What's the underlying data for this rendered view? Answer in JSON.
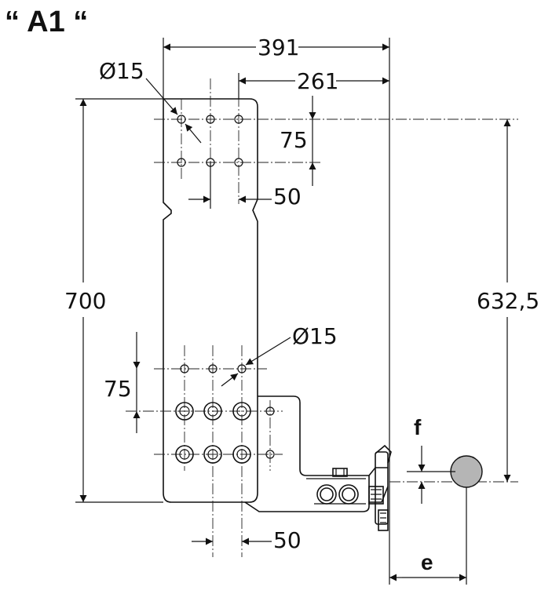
{
  "title": "“ A1 “",
  "dimensions": {
    "overall_width": "391",
    "hole_offset": "261",
    "hole_diameter_top": "Ø15",
    "vertical_pitch_top": "75",
    "horizontal_pitch_top": "50",
    "overall_height": "700",
    "centre_distance": "632,5",
    "hole_diameter_bottom": "Ø15",
    "vertical_pitch_bottom": "75",
    "horizontal_pitch_bottom": "50",
    "f_label": "f",
    "e_label": "e"
  },
  "colors": {
    "line": "#111111",
    "ball": "#b5b5b5"
  }
}
